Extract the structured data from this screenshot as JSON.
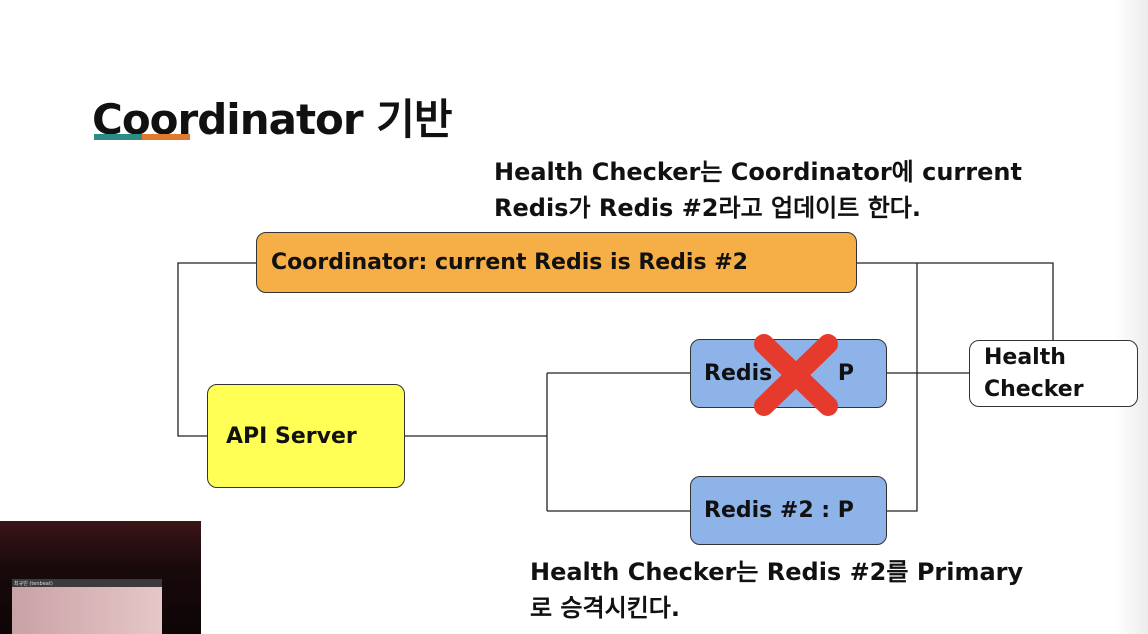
{
  "title": "Coordinator 기반",
  "notes": {
    "top_line1": "Health Checker는 Coordinator에 current",
    "top_line2": "Redis가 Redis #2라고 업데이트 한다.",
    "bottom_line1": "Health Checker는 Redis #2를 Primary",
    "bottom_line2": "로 승격시킨다."
  },
  "nodes": {
    "coordinator": "Coordinator: current Redis is Redis #2",
    "api_server": "API Server",
    "redis1_left": "Redis",
    "redis1_right": "P",
    "redis2": "Redis #2 : P",
    "health_line1": "Health",
    "health_line2": "Checker"
  },
  "webcam": {
    "screen_text": "최규빈 (tenbeat)"
  },
  "colors": {
    "coordinator": "#f6ae46",
    "api_server": "#ffff55",
    "redis": "#8db3e8",
    "failed_cross": "#e53a2c",
    "underline_teal": "#2d8c86",
    "underline_orange": "#e07a2e"
  }
}
